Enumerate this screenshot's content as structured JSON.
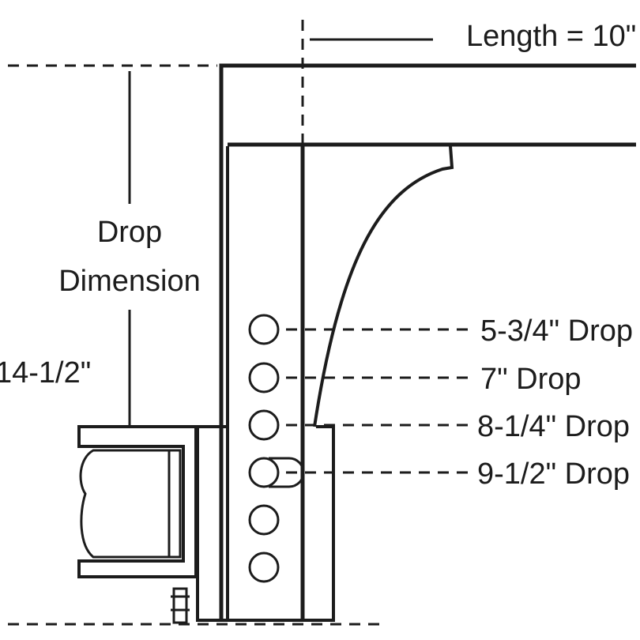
{
  "labels": {
    "length": "Length = 10\"",
    "drop_line1": "Drop",
    "drop_line2": "Dimension",
    "rise": "14-1/2\""
  },
  "drop_positions": [
    "5-3/4\" Drop",
    "7\" Drop",
    "8-1/4\" Drop",
    "9-1/2\" Drop"
  ],
  "colors": {
    "line": "#1c1c1c",
    "background": "#ffffff"
  }
}
